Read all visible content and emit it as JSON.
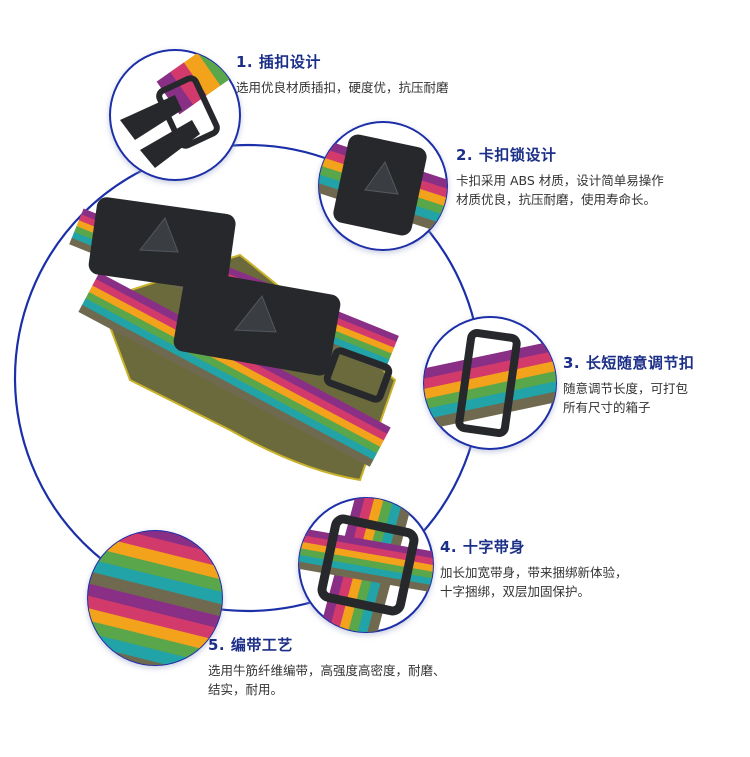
{
  "colors": {
    "accent": "#1a2fa8",
    "heading": "#1c2f88",
    "text": "#333333",
    "buckle": "#26282b",
    "olive": "#6b6a3c",
    "yellow_edge": "#c9b22a"
  },
  "strap_stripes": [
    "#8a2f86",
    "#d33a6c",
    "#f2a21b",
    "#5aa64a",
    "#21a3a8",
    "#6f6a4f"
  ],
  "features": [
    {
      "title": "1. 插扣设计",
      "lines": [
        "选用优良材质插扣，硬度优，抗压耐磨"
      ],
      "icon": "buckle-clip-icon"
    },
    {
      "title": "2. 卡扣锁设计",
      "lines": [
        "卡扣采用 ABS 材质，设计简单易操作",
        "材质优良，抗压耐磨，使用寿命长。"
      ],
      "icon": "buckle-lock-icon"
    },
    {
      "title": "3. 长短随意调节扣",
      "lines": [
        "随意调节长度，可打包",
        "所有尺寸的箱子"
      ],
      "icon": "adjuster-icon"
    },
    {
      "title": "4. 十字带身",
      "lines": [
        "加长加宽带身，带来捆绑新体验，",
        "十字捆绑，双层加固保护。"
      ],
      "icon": "cross-strap-icon"
    },
    {
      "title": "5. 编带工艺",
      "lines": [
        "选用牛筋纤维编带，高强度高密度，耐磨、",
        "结实，耐用。"
      ],
      "icon": "weave-icon"
    }
  ]
}
